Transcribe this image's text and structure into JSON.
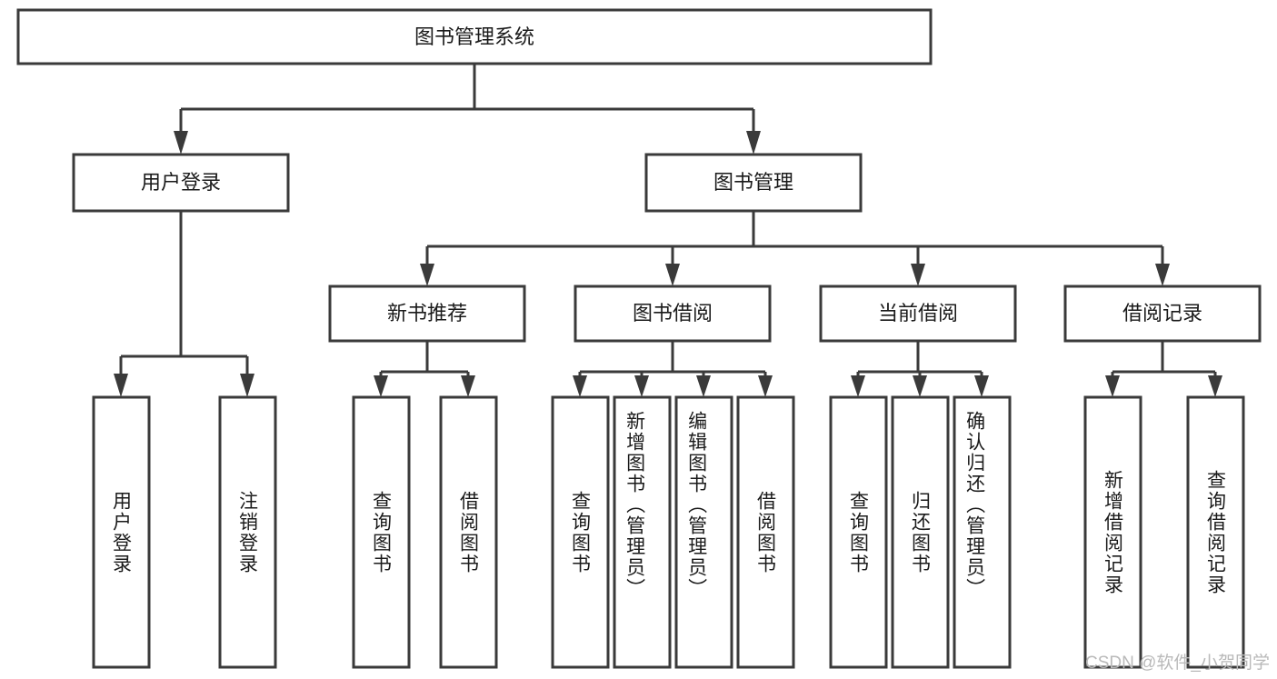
{
  "diagram": {
    "type": "tree-hierarchy",
    "title": "图书管理系统",
    "root": {
      "id": "root",
      "label": "图书管理系统"
    },
    "level2": [
      {
        "id": "user-login",
        "label": "用户登录"
      },
      {
        "id": "book-manage",
        "label": "图书管理"
      }
    ],
    "level3": [
      {
        "id": "new-book-rec",
        "label": "新书推荐",
        "parent": "book-manage"
      },
      {
        "id": "book-borrow",
        "label": "图书借阅",
        "parent": "book-manage"
      },
      {
        "id": "current-borrow",
        "label": "当前借阅",
        "parent": "book-manage"
      },
      {
        "id": "borrow-record",
        "label": "借阅记录",
        "parent": "book-manage"
      }
    ],
    "leaves": {
      "user-login": [
        {
          "id": "leaf-user-login",
          "label": "用户登录"
        },
        {
          "id": "leaf-user-logout",
          "label": "注销登录"
        }
      ],
      "new-book-rec": [
        {
          "id": "leaf-query-book-1",
          "label": "查询图书"
        },
        {
          "id": "leaf-borrow-book-1",
          "label": "借阅图书"
        }
      ],
      "book-borrow": [
        {
          "id": "leaf-query-book-2",
          "label": "查询图书"
        },
        {
          "id": "leaf-add-book",
          "label": "新增图书（管理员）"
        },
        {
          "id": "leaf-edit-book",
          "label": "编辑图书（管理员）"
        },
        {
          "id": "leaf-borrow-book-2",
          "label": "借阅图书"
        }
      ],
      "current-borrow": [
        {
          "id": "leaf-query-book-3",
          "label": "查询图书"
        },
        {
          "id": "leaf-return-book",
          "label": "归还图书"
        },
        {
          "id": "leaf-confirm-return",
          "label": "确认归还（管理员）"
        }
      ],
      "borrow-record": [
        {
          "id": "leaf-add-record",
          "label": "新增借阅记录"
        },
        {
          "id": "leaf-query-record",
          "label": "查询借阅记录"
        }
      ]
    }
  },
  "watermark": {
    "text": "CSDN @软件_小贺同学"
  },
  "colors": {
    "stroke": "#3a3a3a",
    "box_fill": "#ffffff",
    "text": "#1a1a1a",
    "watermark": "#b9b9b9",
    "background": "#ffffff"
  }
}
